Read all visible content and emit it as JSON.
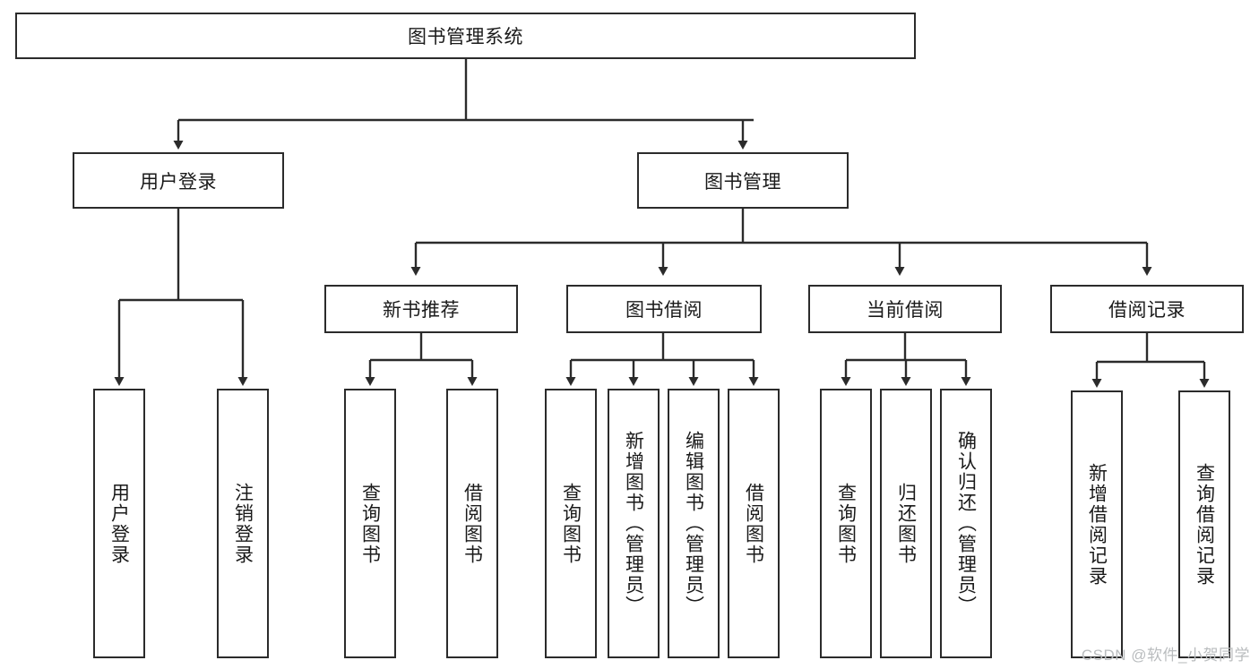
{
  "diagram": {
    "title": "图书管理系统",
    "watermark": "CSDN @软件_小贺同学",
    "stroke_color": "#2b2b2b",
    "fill_color": "#ffffff",
    "background": "#ffffff",
    "root": {
      "label": "图书管理系统"
    },
    "level1": [
      {
        "label": "用户登录"
      },
      {
        "label": "图书管理"
      }
    ],
    "level2": [
      {
        "label": "新书推荐"
      },
      {
        "label": "图书借阅"
      },
      {
        "label": "当前借阅"
      },
      {
        "label": "借阅记录"
      }
    ],
    "leaves": {
      "user_login": [
        {
          "label": "用户登录"
        },
        {
          "label": "注销登录"
        }
      ],
      "new_book_recommend": [
        {
          "label": "查询图书"
        },
        {
          "label": "借阅图书"
        }
      ],
      "book_borrow": [
        {
          "label": "查询图书"
        },
        {
          "label": "新增图书（管理员）"
        },
        {
          "label": "编辑图书（管理员）"
        },
        {
          "label": "借阅图书"
        }
      ],
      "current_borrow": [
        {
          "label": "查询图书"
        },
        {
          "label": "归还图书"
        },
        {
          "label": "确认归还（管理员）"
        }
      ],
      "borrow_record": [
        {
          "label": "新增借阅记录"
        },
        {
          "label": "查询借阅记录"
        }
      ]
    }
  }
}
